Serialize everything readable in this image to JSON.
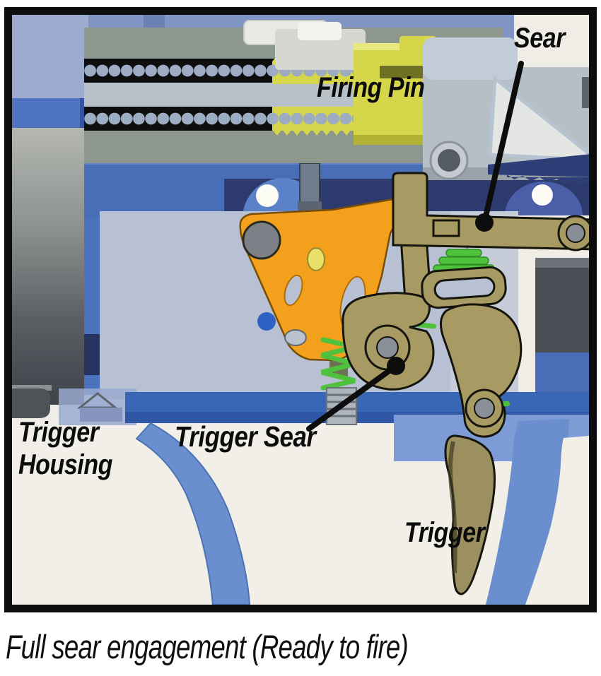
{
  "diagram": {
    "labels": {
      "sear": "Sear",
      "firing_pin": "Firing Pin",
      "trigger_housing": "Trigger\nHousing",
      "trigger_sear": "Trigger Sear",
      "trigger": "Trigger"
    },
    "caption": "Full sear engagement (Ready to fire)",
    "parts": [
      "Sear",
      "Firing Pin",
      "Trigger Housing",
      "Trigger Sear",
      "Trigger"
    ],
    "colors": {
      "frame_border": "#0d0d0d",
      "background_cream": "#efede6",
      "receiver_blue": "#4a6db8",
      "receiver_navy": "#2c3a6e",
      "housing_gray_blue": "#b7c1d3",
      "firing_pin_yellow": "#d5d64a",
      "sear_olive": "#a79a63",
      "cocking_piece_orange": "#f3a11c",
      "spring_green": "#4fc13c",
      "trigger_guard_blue": "#6b8fce",
      "label_text": "#0c0c0c"
    }
  }
}
